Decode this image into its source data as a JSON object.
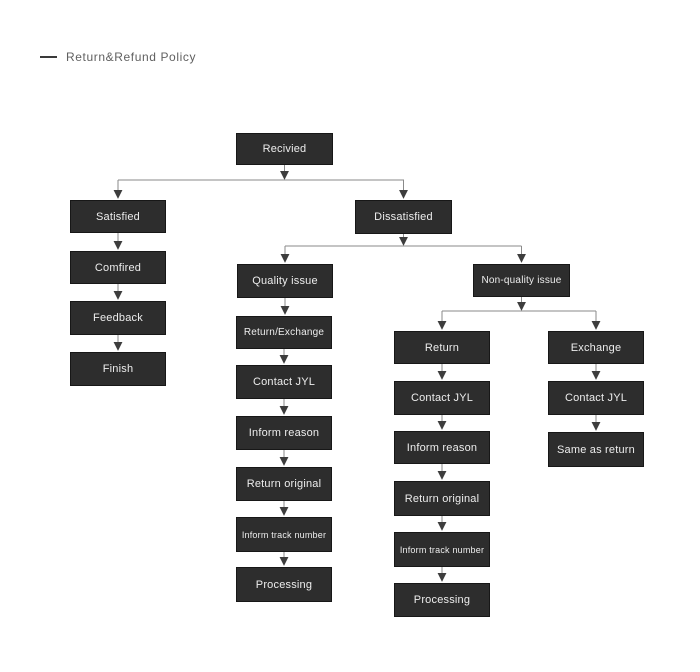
{
  "title": {
    "label": "Return&Refund Policy"
  },
  "colors": {
    "node_background": "#2d2d2d",
    "node_border": "#171717",
    "node_text": "#ededed",
    "connector_line": "#8a8a8a",
    "arrowhead": "#3d3d3d",
    "title_text": "#606060",
    "page_background": "#ffffff"
  },
  "flowchart": {
    "nodes": {
      "received": "Recivied",
      "satisfied": "Satisfied",
      "comfired": "Comfired",
      "feedback": "Feedback",
      "finish": "Finish",
      "dissatisfied": "Dissatisfied",
      "quality_issue": "Quality issue",
      "nonquality_issue": "Non-quality issue",
      "return_exchange": "Return/Exchange",
      "q_contact_jyl": "Contact JYL",
      "q_inform_reason": "Inform reason",
      "q_return_original": "Return original",
      "q_inform_track": "Inform track number",
      "q_processing": "Processing",
      "return": "Return",
      "r_contact_jyl": "Contact JYL",
      "r_inform_reason": "Inform reason",
      "r_return_original": "Return original",
      "r_inform_track": "Inform track number",
      "r_processing": "Processing",
      "exchange": "Exchange",
      "e_contact_jyl": "Contact JYL",
      "e_same_as_return": "Same as return"
    },
    "edges": [
      [
        "received",
        "satisfied"
      ],
      [
        "received",
        "dissatisfied"
      ],
      [
        "satisfied",
        "comfired"
      ],
      [
        "comfired",
        "feedback"
      ],
      [
        "feedback",
        "finish"
      ],
      [
        "dissatisfied",
        "quality_issue"
      ],
      [
        "dissatisfied",
        "nonquality_issue"
      ],
      [
        "quality_issue",
        "return_exchange"
      ],
      [
        "return_exchange",
        "q_contact_jyl"
      ],
      [
        "q_contact_jyl",
        "q_inform_reason"
      ],
      [
        "q_inform_reason",
        "q_return_original"
      ],
      [
        "q_return_original",
        "q_inform_track"
      ],
      [
        "q_inform_track",
        "q_processing"
      ],
      [
        "nonquality_issue",
        "return"
      ],
      [
        "nonquality_issue",
        "exchange"
      ],
      [
        "return",
        "r_contact_jyl"
      ],
      [
        "r_contact_jyl",
        "r_inform_reason"
      ],
      [
        "r_inform_reason",
        "r_return_original"
      ],
      [
        "r_return_original",
        "r_inform_track"
      ],
      [
        "r_inform_track",
        "r_processing"
      ],
      [
        "exchange",
        "e_contact_jyl"
      ],
      [
        "e_contact_jyl",
        "e_same_as_return"
      ]
    ]
  }
}
